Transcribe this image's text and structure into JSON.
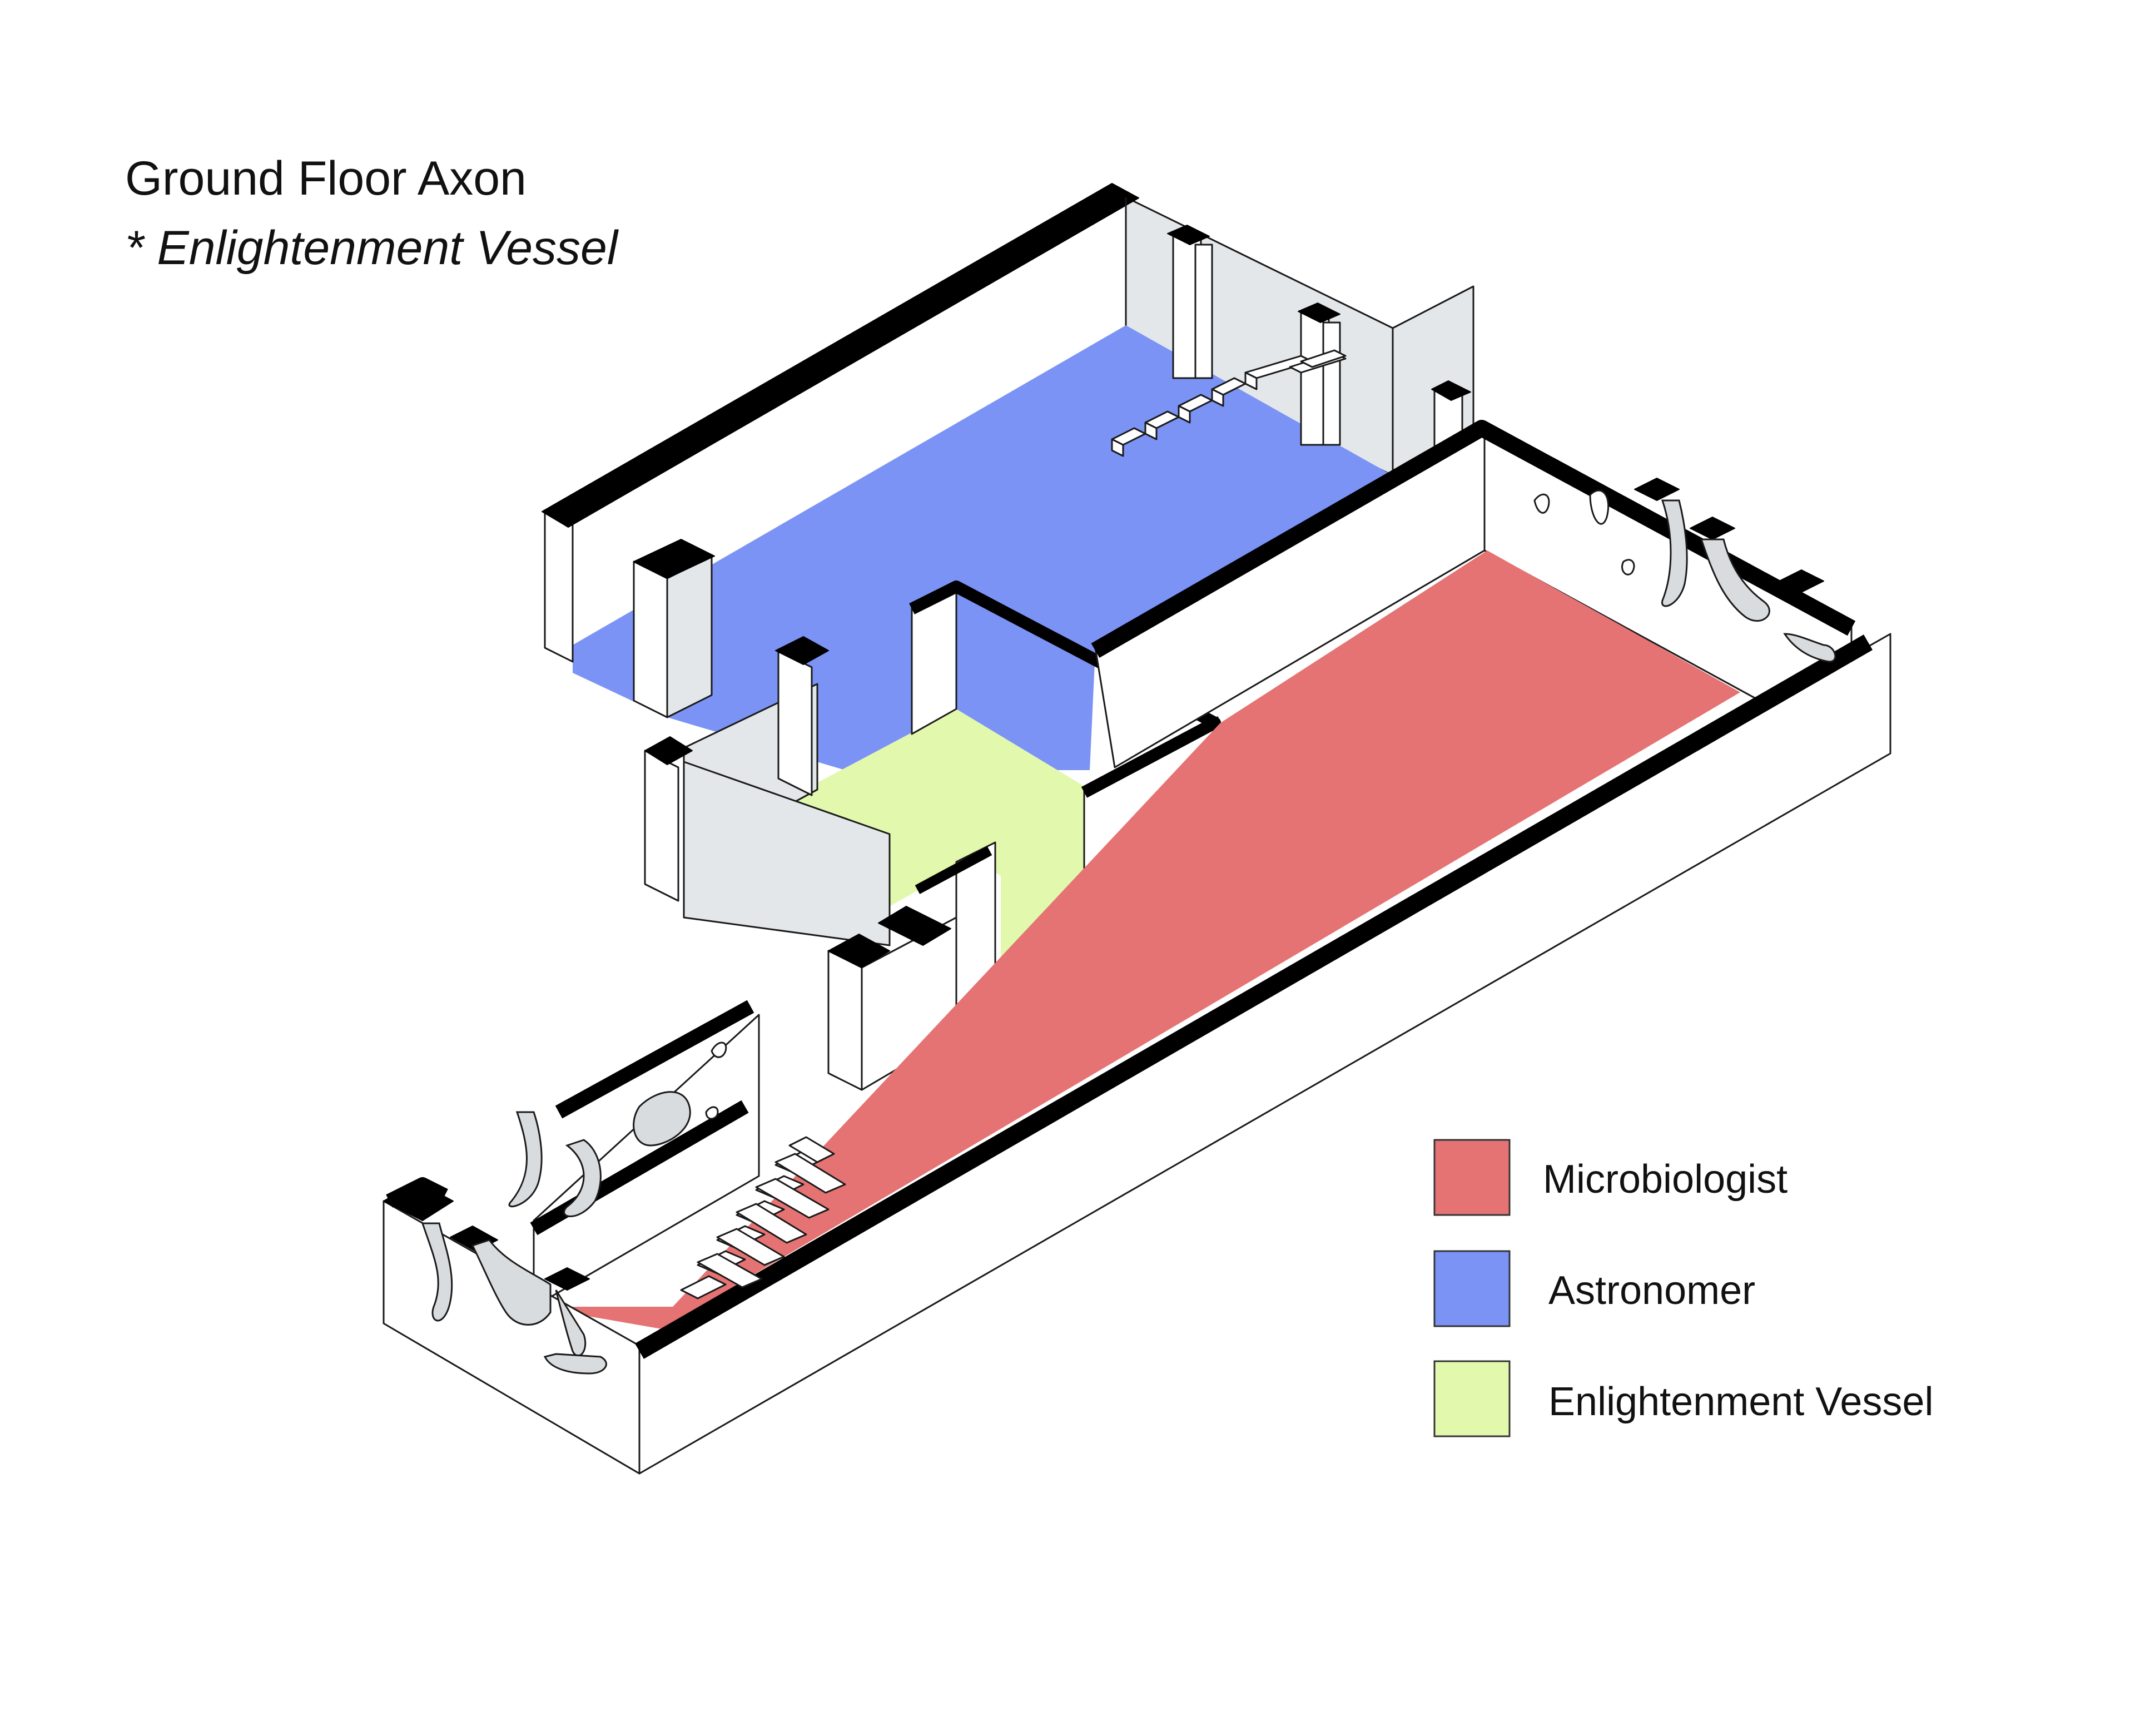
{
  "title": {
    "main": "Ground Floor Axon",
    "subtitle": "* Enlightenment Vessel"
  },
  "colors": {
    "microbiologist": "#e57373",
    "astronomer": "#7b93f5",
    "enlightenment_vessel": "#e2f8ac",
    "wall_shadow": "#e4e7ea",
    "wall_cap": "#000000"
  },
  "legend": [
    {
      "label": "Microbiologist",
      "color": "#e57373"
    },
    {
      "label": "Astronomer",
      "color": "#7b93f5"
    },
    {
      "label": "Enlightenment Vessel",
      "color": "#e2f8ac"
    }
  ]
}
